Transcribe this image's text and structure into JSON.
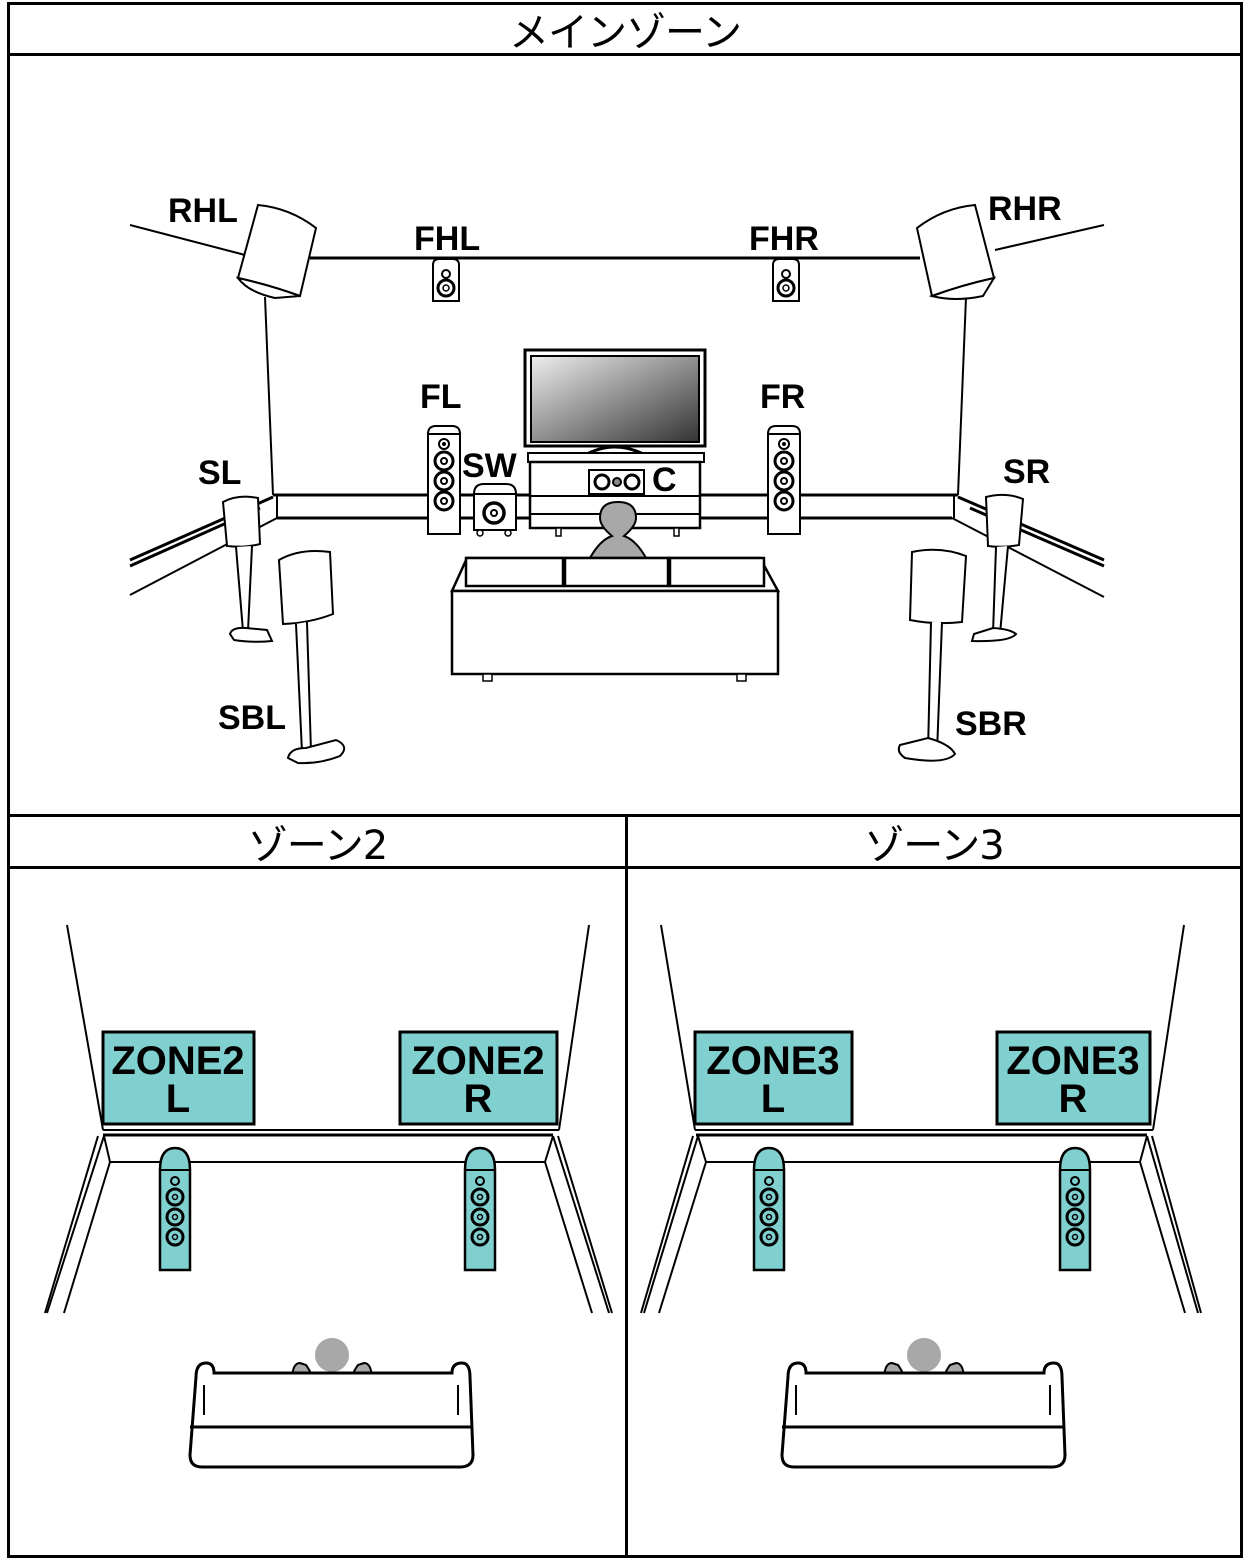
{
  "headers": {
    "main_zone": "メインゾーン",
    "zone2": "ゾーン2",
    "zone3": "ゾーン3"
  },
  "main_zone": {
    "speakers": {
      "rhl": "RHL",
      "fhl": "FHL",
      "fhr": "FHR",
      "rhr": "RHR",
      "fl": "FL",
      "fr": "FR",
      "sw": "SW",
      "c": "C",
      "sl": "SL",
      "sr": "SR",
      "sbl": "SBL",
      "sbr": "SBR"
    }
  },
  "zone2": {
    "left_line1": "ZONE2",
    "left_line2": "L",
    "right_line1": "ZONE2",
    "right_line2": "R"
  },
  "zone3": {
    "left_line1": "ZONE3",
    "left_line2": "L",
    "right_line1": "ZONE3",
    "right_line2": "R"
  },
  "colors": {
    "zone_highlight": "#80d0d0",
    "listener": "#a8a8a8",
    "outline": "#000000"
  }
}
